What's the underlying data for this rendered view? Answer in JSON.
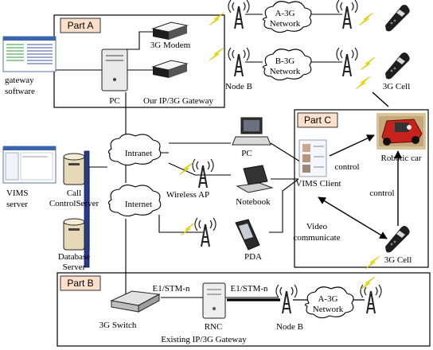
{
  "parts": {
    "a": "Part A",
    "b": "Part B",
    "c": "Part C"
  },
  "labels": {
    "modem": "3G Modem",
    "node_b_top": "Node B",
    "a3g_top": [
      "A-3G",
      "Network"
    ],
    "b3g_top": [
      "B-3G",
      "Network"
    ],
    "cell_top": "3G Cell",
    "gateway_software": [
      "gateway",
      "software"
    ],
    "pc_a": "PC",
    "our_gateway": "Our IP/3G Gateway",
    "intranet": "Intranet",
    "internet": "Internet",
    "pc_mid": "PC",
    "wireless_ap": "Wireless AP",
    "notebook": "Notebook",
    "pda": "PDA",
    "vims_server": [
      "VIMS",
      "server"
    ],
    "call_server": [
      "Call",
      "ControlServer"
    ],
    "db_server": [
      "Database",
      "Server"
    ],
    "vims_client": "VIMS Client",
    "robotic_car": "Robotic car",
    "control_1": "control",
    "control_2": "control",
    "video": [
      "Video",
      "communicate"
    ],
    "cell_c": "3G Cell",
    "e1_1": "E1/STM-n",
    "e1_2": "E1/STM-n",
    "switch": "3G Switch",
    "rnc": "RNC",
    "node_b_bottom": "Node B",
    "a3g_bottom": [
      "A-3G",
      "Network"
    ],
    "existing_gateway": "Existing IP/3G Gateway"
  },
  "colors": {
    "part_fill": "#fde0cc",
    "lightning": "#f2e000",
    "device_dark": "#1e1e1e",
    "device_light": "#e9e9e9",
    "bus_blue": "#2a3a8a",
    "car_red": "#c8221c"
  }
}
